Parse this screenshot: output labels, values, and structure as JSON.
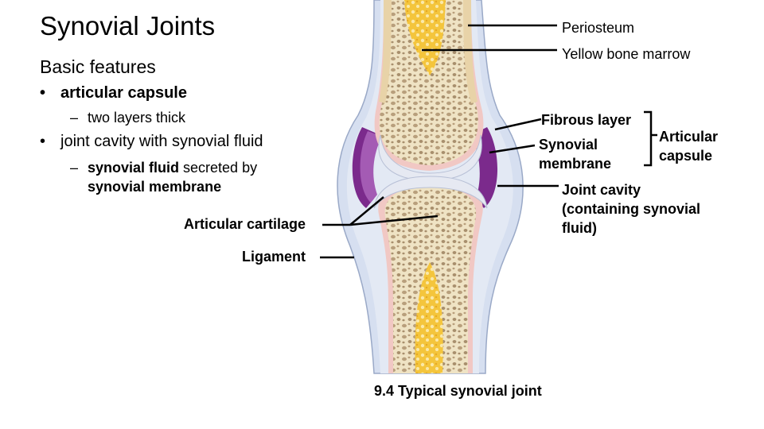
{
  "slide": {
    "title": "Synovial Joints",
    "subtitle": "Basic features",
    "bullet1": "articular capsule",
    "bullet1_sub": "two layers thick",
    "bullet2": "joint cavity with synovial fluid",
    "bullet2_sub_bold1": "synovial fluid",
    "bullet2_sub_plain": " secreted by",
    "bullet2_sub_bold2": "synovial membrane",
    "bullet_glyph": "•",
    "dash_glyph": "–"
  },
  "diagram": {
    "labels": {
      "periosteum": "Periosteum",
      "yellow_marrow": "Yellow bone marrow",
      "fibrous_layer": "Fibrous layer",
      "synovial_membrane_1": "Synovial",
      "synovial_membrane_2": "membrane",
      "articular_capsule_1": "Articular",
      "articular_capsule_2": "capsule",
      "joint_cavity_1": "Joint cavity",
      "joint_cavity_2": "(containing synovial",
      "joint_cavity_3": "fluid)",
      "articular_cartilage": "Articular cartilage",
      "ligament": "Ligament"
    },
    "caption": "9.4  Typical synovial joint",
    "colors": {
      "bone": "#efe3c4",
      "spongy": "#b89f7c",
      "marrow": "#f2c23a",
      "capsule": "#c8d6e8",
      "synovial": "#7b2a8c",
      "cartilage": "#e6e9f2",
      "periosteum": "#f1c8c4"
    }
  }
}
